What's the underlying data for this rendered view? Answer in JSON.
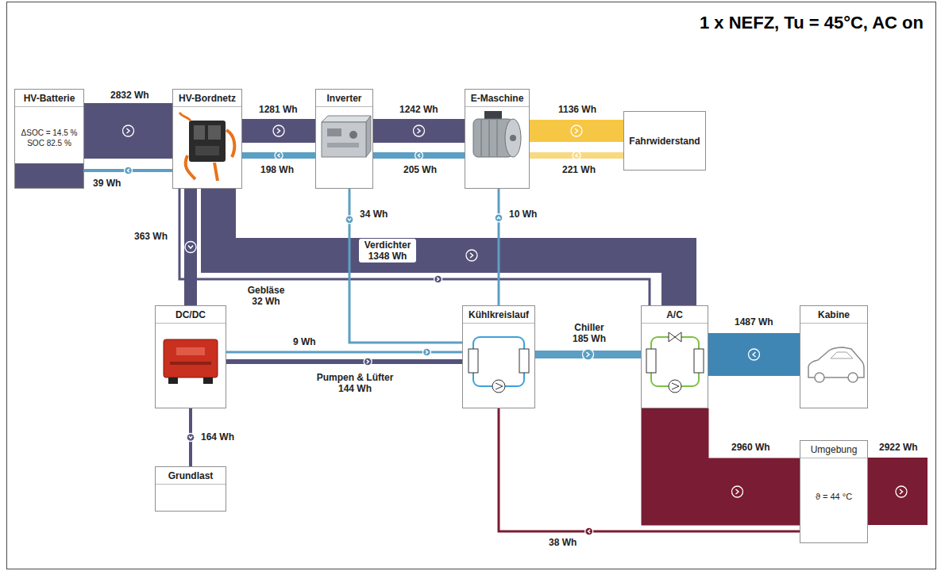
{
  "diagram": {
    "title": "1 x NEFZ, Tu = 45°C, AC on",
    "nodes": [
      {
        "text": [
          "HV-Batterie",
          "ΔSOC = 14.5 %",
          "SOC 82.5 %"
        ]
      },
      {
        "text": [
          "HV-Bordnetz"
        ]
      },
      {
        "text": [
          "Inverter"
        ]
      },
      {
        "text": [
          "E-Maschine"
        ]
      },
      {
        "text": [
          "Fahrwiderstand"
        ]
      },
      {
        "text": [
          "DC/DC"
        ]
      },
      {
        "text": [
          "Kühlkreislauf"
        ]
      },
      {
        "text": [
          "A/C"
        ]
      },
      {
        "text": [
          "Kabine"
        ]
      },
      {
        "text": [
          "Grundlast"
        ]
      },
      {
        "text": [
          "Umgebung",
          "ϑ = 44 °C"
        ]
      }
    ],
    "edges": [
      {
        "from": 0,
        "to": 1,
        "label": "2832 Wh",
        "arrow": "to"
      },
      {
        "from": 1,
        "to": 0,
        "label": "39 Wh",
        "arrow": "to"
      },
      {
        "from": 1,
        "to": 2,
        "label": "1281 Wh",
        "arrow": "to"
      },
      {
        "from": 2,
        "to": 1,
        "label": "198 Wh",
        "arrow": "to"
      },
      {
        "from": 2,
        "to": 3,
        "label": "1242 Wh",
        "arrow": "to"
      },
      {
        "from": 3,
        "to": 2,
        "label": "205 Wh",
        "arrow": "to"
      },
      {
        "from": 3,
        "to": 4,
        "label": "1136 Wh",
        "arrow": "to"
      },
      {
        "from": 4,
        "to": 3,
        "label": "221 Wh",
        "arrow": "to"
      },
      {
        "from": 1,
        "to": 5,
        "label": "363 Wh",
        "arrow": "to"
      },
      {
        "from": 1,
        "to": 7,
        "label": "Verdichter 1348 Wh",
        "arrow": "to"
      },
      {
        "from": 1,
        "to": 7,
        "label": "Gebläse 32 Wh",
        "arrow": "to"
      },
      {
        "from": 2,
        "to": 6,
        "label": "34 Wh",
        "arrow": "to"
      },
      {
        "from": 6,
        "to": 3,
        "label": "10 Wh",
        "arrow": "to"
      },
      {
        "from": 5,
        "to": 6,
        "label": "9 Wh",
        "arrow": "to"
      },
      {
        "from": 5,
        "to": 6,
        "label": "Pumpen & Lüfter 144 Wh",
        "arrow": "to"
      },
      {
        "from": 6,
        "to": 7,
        "label": "Chiller 185 Wh",
        "arrow": "to"
      },
      {
        "from": 8,
        "to": 7,
        "label": "1487 Wh",
        "arrow": "to"
      },
      {
        "from": 7,
        "to": 10,
        "label": "2960 Wh",
        "arrow": "to"
      },
      {
        "from": 10,
        "to": 6,
        "label": "38 Wh",
        "arrow": "to"
      },
      {
        "from": 5,
        "to": 9,
        "label": "164 Wh",
        "arrow": "to"
      }
    ],
    "labels": [
      "2922 Wh"
    ]
  }
}
